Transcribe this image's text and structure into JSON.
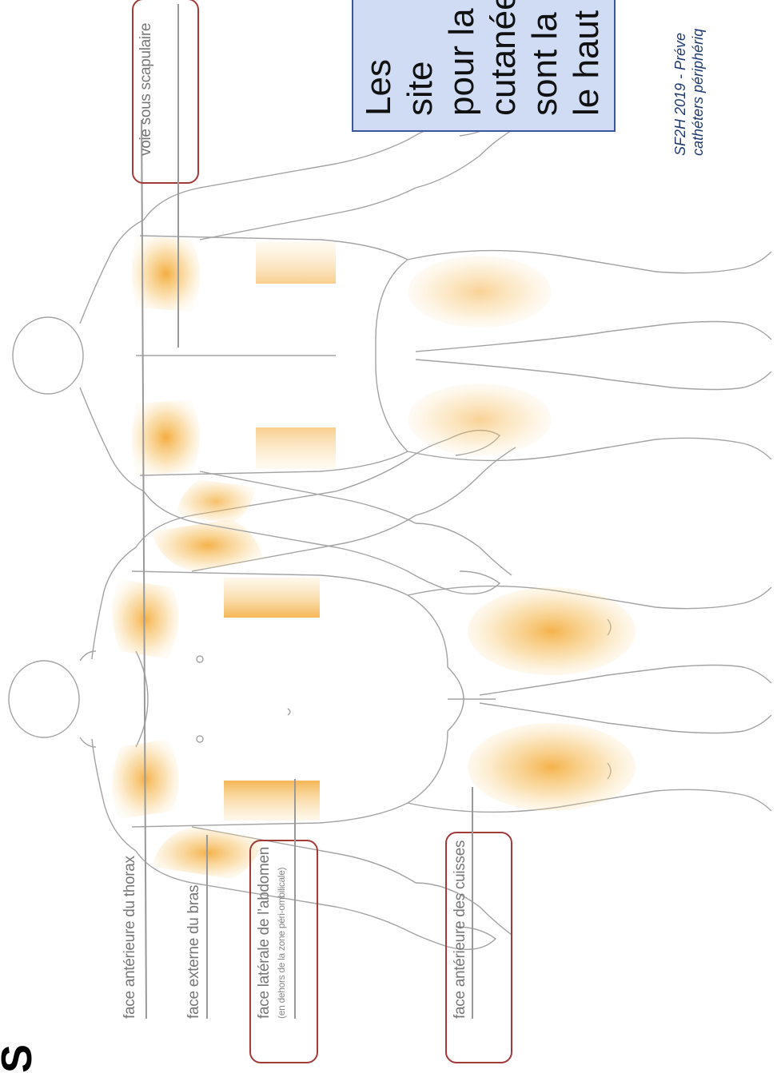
{
  "labels": {
    "thorax": "face antérieure du thorax",
    "bras": "face externe du bras",
    "abdomen": "face latérale de l’abdomen",
    "abdomen_sub": "(en dehors de la zone péri-ombilicale)",
    "cuisses": "face antérieure des cuisses",
    "scapulaire": "voie sous scapulaire"
  },
  "callout": {
    "lines": [
      "Les site",
      "pour la",
      "cutanée",
      "sont la",
      "le haut"
    ]
  },
  "reference": {
    "line1": "SF2H 2019 - Préve",
    "line2": "cathéters périphériq"
  },
  "corner_glyph": "S",
  "colors": {
    "highlight": "#a33a3a",
    "callout_bg": "#cfdcf4",
    "zone": "#f2a020"
  }
}
